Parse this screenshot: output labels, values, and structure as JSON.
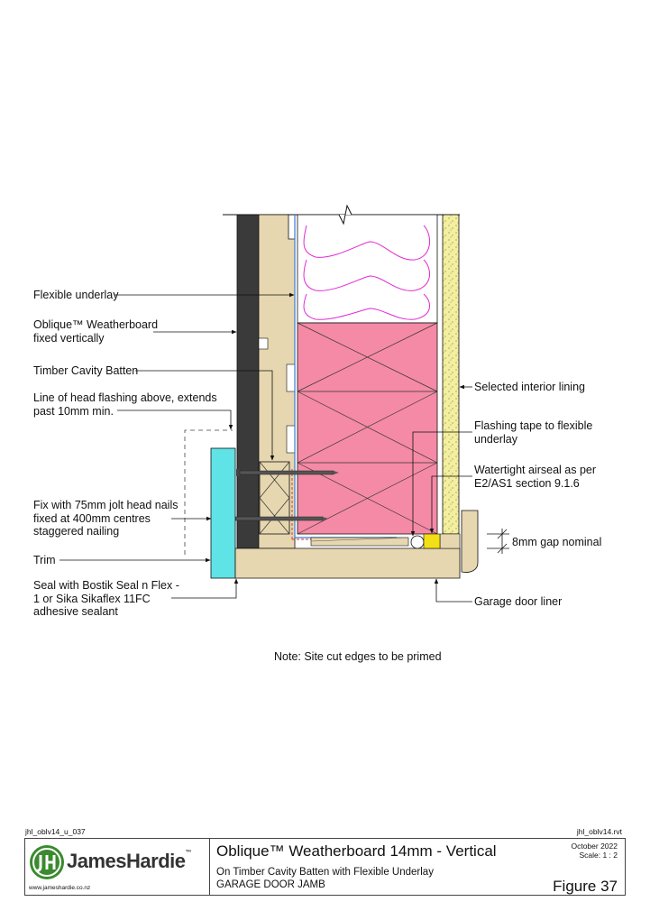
{
  "callouts": {
    "flexible_underlay": "Flexible underlay",
    "weatherboard": "Oblique™ Weatherboard\nfixed vertically",
    "cavity_batten": "Timber Cavity Batten",
    "head_flashing": "Line of head flashing above, extends\npast 10mm min.",
    "nails": "Fix with 75mm jolt head nails\nfixed at 400mm centres\nstaggered nailing",
    "trim": "Trim",
    "sealant": "Seal with Bostik Seal n Flex -\n1 or Sika Sikaflex 11FC\nadhesive sealant",
    "interior_lining": "Selected interior lining",
    "flashing_tape": "Flashing tape to flexible\nunderlay",
    "airseal": "Watertight airseal as per\nE2/AS1 section 9.1.6",
    "gap": "8mm gap nominal",
    "door_liner": "Garage door liner"
  },
  "note": "Note: Site cut edges to be primed",
  "titleblock": {
    "ref_left": "jhl_oblv14_u_037",
    "ref_right": "jhl_oblv14.rvt",
    "brand": "JamesHardie",
    "trademark": "™",
    "website": "www.jameshardie.co.nz",
    "title": "Oblique™ Weatherboard 14mm - Vertical",
    "subtitle": "On Timber Cavity Batten with Flexible Underlay",
    "detail": "GARAGE DOOR JAMB",
    "date": "October 2022",
    "scale": "Scale: 1 : 2",
    "figure": "Figure 37"
  },
  "colors": {
    "insulation_line": "#e22ad4",
    "framing": "#f58aa6",
    "timber": "#e6d7b0",
    "trim": "#5fe3e6",
    "cladding": "#3a3a3a",
    "lining": "#f3ef9c",
    "airseal": "#f2df16",
    "underlay": "#3a7bd5",
    "brand_green": "#3a8a2e"
  }
}
